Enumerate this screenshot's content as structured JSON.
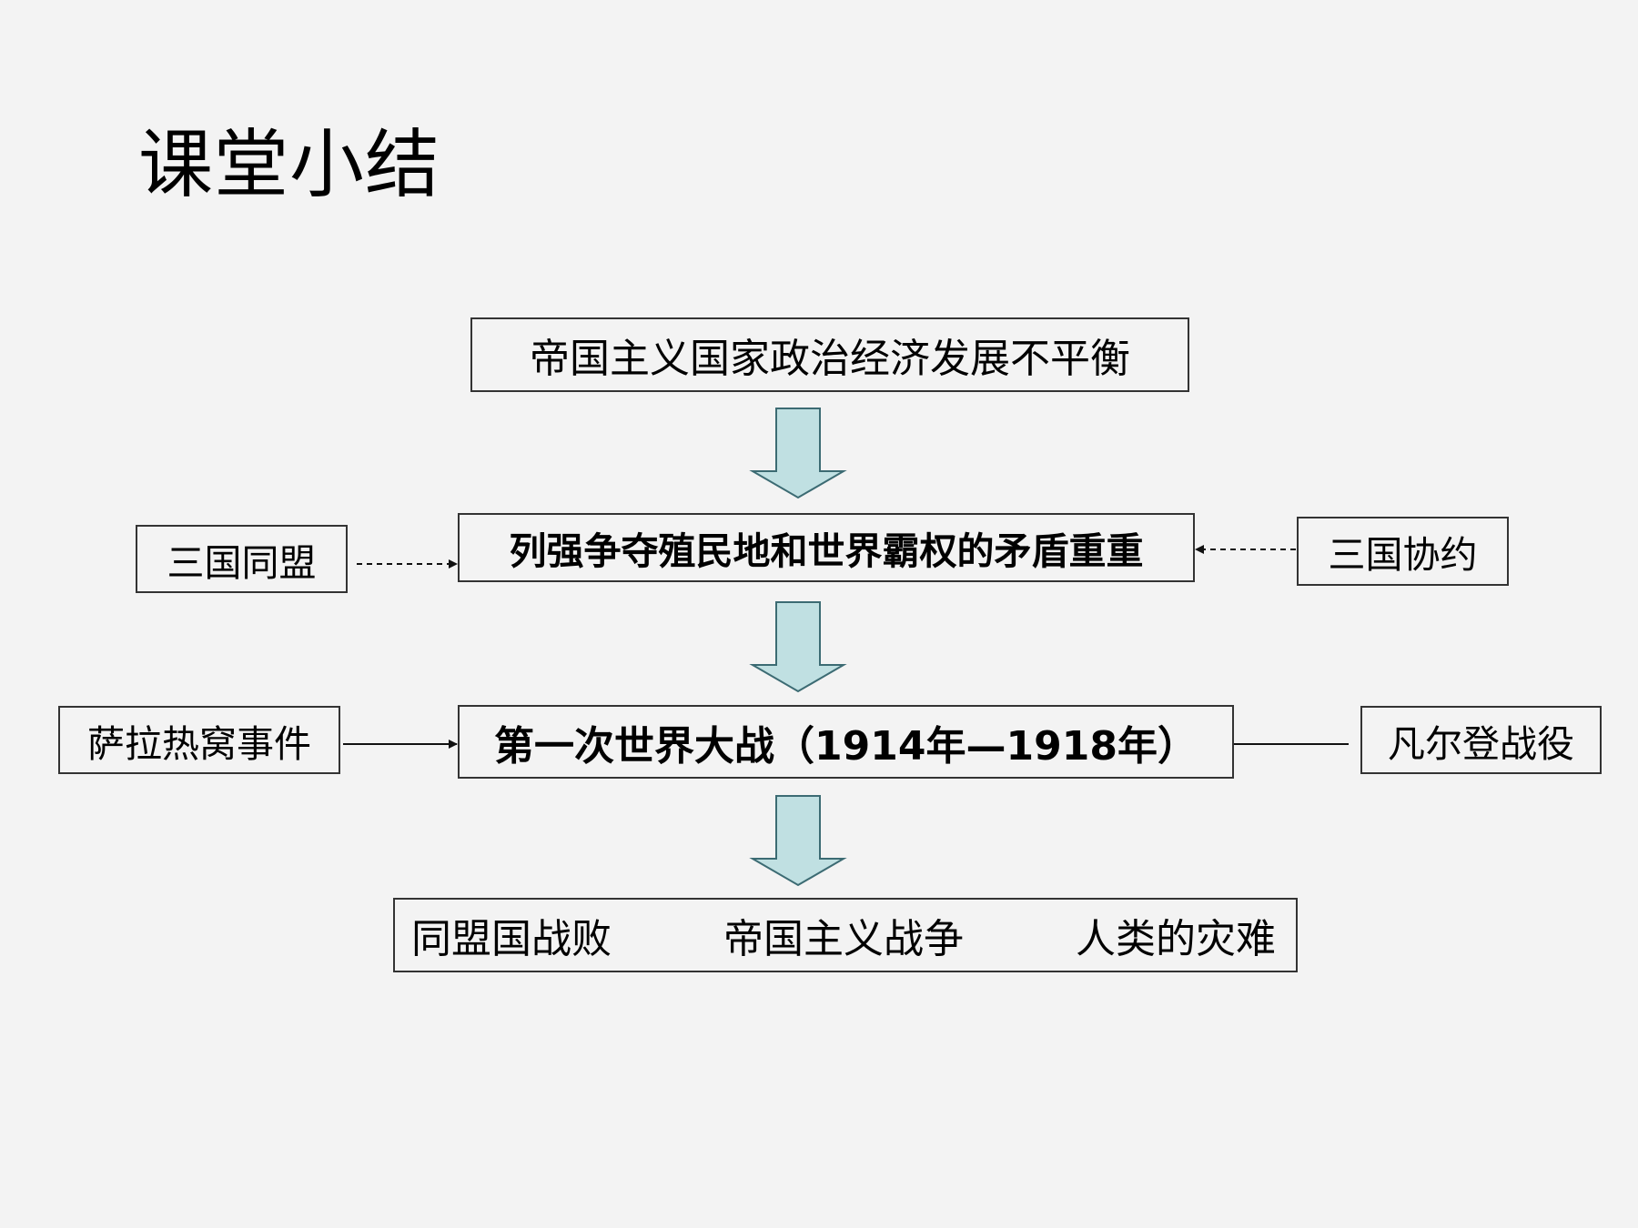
{
  "title": "课堂小结",
  "nodes": {
    "cause": "帝国主义国家政治经济发展不平衡",
    "contradiction": "列强争夺殖民地和世界霸权的矛盾重重",
    "war": "第一次世界大战（1914年—1918年）",
    "triple_alliance": "三国同盟",
    "triple_entente": "三国协约",
    "sarajevo": "萨拉热窝事件",
    "verdun": "凡尔登战役",
    "outcome": [
      "同盟国战败",
      "帝国主义战争",
      "人类的灾难"
    ]
  },
  "colors": {
    "background": "#f3f3f3",
    "border": "#333333",
    "arrow_fill": "#c0e0e2",
    "arrow_stroke": "#3c6b73"
  }
}
